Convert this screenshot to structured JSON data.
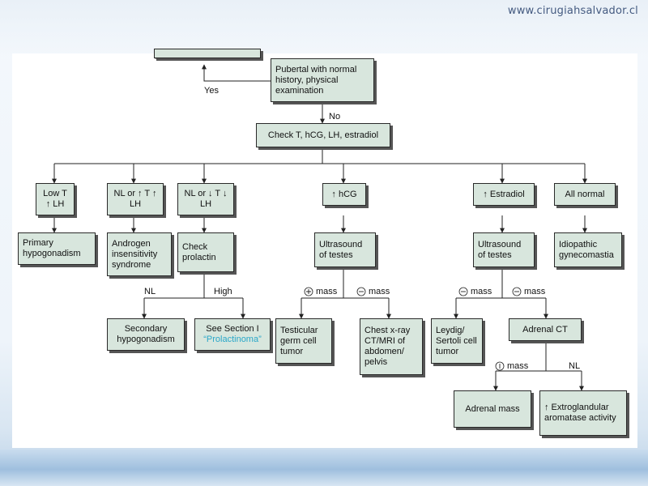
{
  "url": "www.cirugiahsalvador.cl",
  "nodes": {
    "pubertal": "Pubertal with normal history, physical examination",
    "check_labs": "Check T, hCG, LH, estradiol",
    "low_t": "Low T ↑ LH",
    "nl_up_t": "NL or ↑ T ↑ LH",
    "nl_down_t": "NL or ↓ T ↓ LH",
    "hcg": "↑ hCG",
    "estradiol": "↑ Estradiol",
    "all_normal": "All normal",
    "primary_hypogonadism": "Primary hypogonadism",
    "androgen_insensitivity": "Androgen insensitivity syndrome",
    "check_prolactin": "Check prolactin",
    "us_testes_1": "Ultrasound of testes",
    "us_testes_2": "Ultrasound of testes",
    "idiopathic": "Idiopathic gynecomastia",
    "secondary_hypogonadism": "Secondary hypogonadism",
    "see_section": "See Section I",
    "prolactinoma": "“Prolactinoma”",
    "testicular_tumor": "Testicular germ cell tumor",
    "chest_xray": "Chest x-ray CT/MRI of abdomen/ pelvis",
    "leydig": "Leydig/ Sertoli cell tumor",
    "adrenal_ct": "Adrenal CT",
    "adrenal_mass": "Adrenal mass",
    "extraglandular": "↑ Extroglandular aromatase activity"
  },
  "edge_labels": {
    "yes": "Yes",
    "no": "No",
    "nl_1": "NL",
    "high": "High",
    "plus_mass_1": "mass",
    "minus_mass_1": "mass",
    "minus_mass_2": "mass",
    "minus_mass_3": "mass",
    "plus_mass_2": "mass",
    "nl_2": "NL"
  }
}
